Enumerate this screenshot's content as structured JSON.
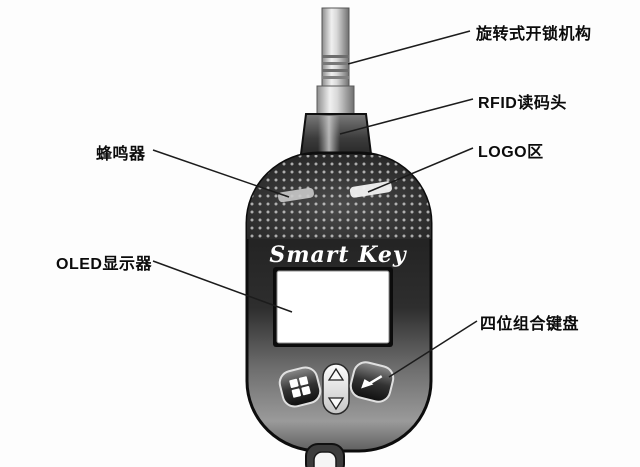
{
  "device": {
    "title": "Smart Key"
  },
  "labels": {
    "rotary_mechanism": "旋转式开锁机构",
    "rfid_reader": "RFID读码头",
    "logo_area": "LOGO区",
    "buzzer": "蜂鸣器",
    "oled_display": "OLED显示器",
    "keypad": "四位组合键盘"
  }
}
